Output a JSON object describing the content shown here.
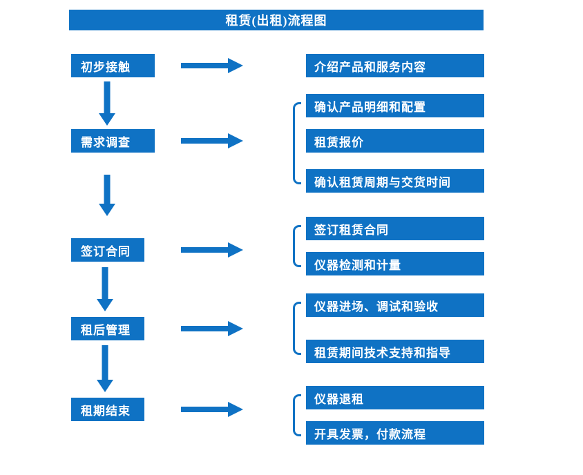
{
  "title": "租赁(出租)流程图",
  "colors": {
    "accent": "#0f72c4",
    "text": "#ffffff",
    "background": "#ffffff"
  },
  "stages": [
    {
      "label": "初步接触",
      "details": [
        "介绍产品和服务内容"
      ]
    },
    {
      "label": "需求调查",
      "details": [
        "确认产品明细和配置",
        "租赁报价",
        "确认租赁周期与交货时间"
      ]
    },
    {
      "label": "签订合同",
      "details": [
        "签订租赁合同",
        "仪器检测和计量"
      ]
    },
    {
      "label": "租后管理",
      "details": [
        "仪器进场、调试和验收",
        "租赁期间技术支持和指导"
      ]
    },
    {
      "label": "租期结束",
      "details": [
        "仪器退租",
        "开具发票，付款流程"
      ]
    }
  ]
}
